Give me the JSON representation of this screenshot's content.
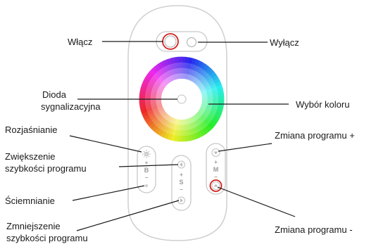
{
  "labels": {
    "wlacz": "Włącz",
    "wylacz": "Wyłącz",
    "dioda_line1": "Dioda",
    "dioda_line2": "sygnalizacyjna",
    "wybor_koloru": "Wybór koloru",
    "rozjasnianie": "Rozjaśnianie",
    "zwiekszenie_line1": "Zwiększenie",
    "zwiekszenie_line2": "szybkości programu",
    "sciemnianie": "Ściemnianie",
    "zmniejszenie_line1": "Zmniejszenie",
    "zmniejszenie_line2": "szybkości programu",
    "zmiana_plus": "Zmiana programu +",
    "zmiana_minus": "Zmiana programu -"
  },
  "remote": {
    "brightness_group_letter": "B",
    "speed_group_letter": "S",
    "mode_group_letter": "M",
    "plus_sign": "+",
    "minus_sign": "−"
  },
  "colors": {
    "highlight_ring": "#d42020",
    "remote_outline": "#cfcfcf",
    "leader_line": "#1a1a1a"
  }
}
